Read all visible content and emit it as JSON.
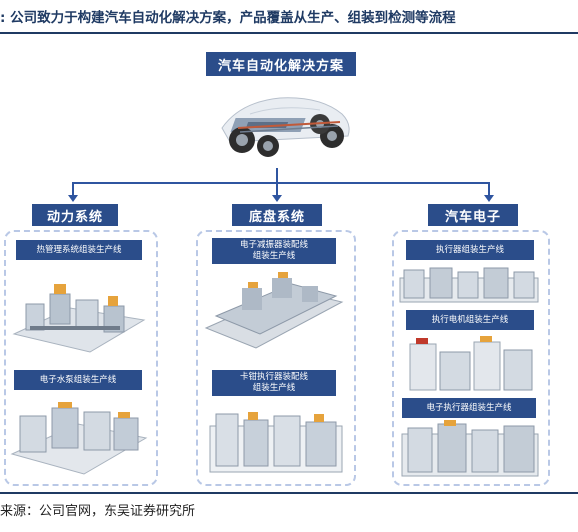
{
  "caption": ": 公司致力于构建汽车自动化解决方案，产品覆盖从生产、组装到检测等流程",
  "main_title": "汽车自动化解决方案",
  "categories": [
    {
      "title": "动力系统",
      "lines": [
        "热管理系统组装生产线",
        "电子水泵组装生产线"
      ]
    },
    {
      "title": "底盘系统",
      "lines": [
        "电子减振器装配线\n组装生产线",
        "卡钳执行器装配线\n组装生产线"
      ]
    },
    {
      "title": "汽车电子",
      "lines": [
        "执行器组装生产线",
        "执行电机组装生产线",
        "电子执行器组装生产线"
      ]
    }
  ],
  "source": "来源：公司官网，东吴证券研究所",
  "colors": {
    "accent": "#2b4d8a",
    "connector": "#2f55a0",
    "panel_border": "#b9c8e6"
  }
}
